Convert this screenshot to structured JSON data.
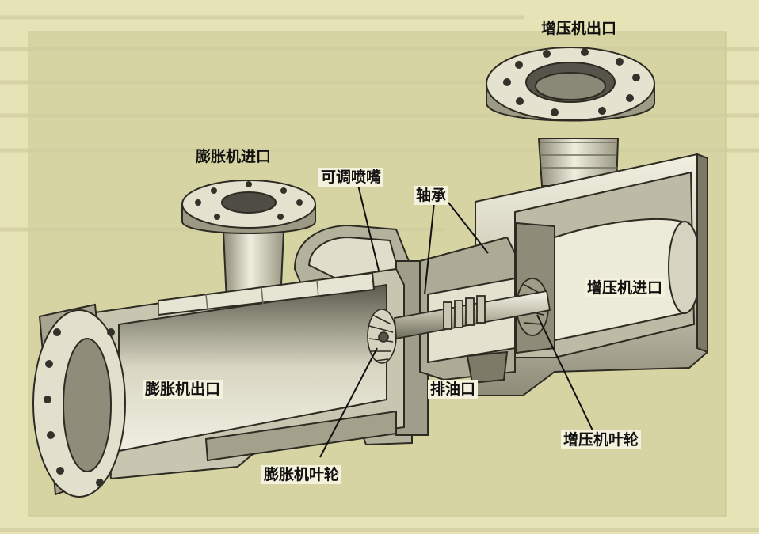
{
  "labels": {
    "booster_outlet": "增压机出口",
    "expander_inlet": "膨胀机进口",
    "adjustable_nozzle": "可调喷嘴",
    "bearing": "轴承",
    "booster_inlet": "增压机进口",
    "expander_outlet": "膨胀机出口",
    "oil_drain": "排油口",
    "booster_impeller": "增压机叶轮",
    "expander_impeller": "膨胀机叶轮"
  },
  "colors": {
    "background": "#e6e3b6",
    "metal_light": "#e2e0ce",
    "metal_mid": "#b9b7a2",
    "metal_dark": "#6e6c5c",
    "edge": "#2d2b22",
    "scan_text": "#cfcc9f"
  }
}
